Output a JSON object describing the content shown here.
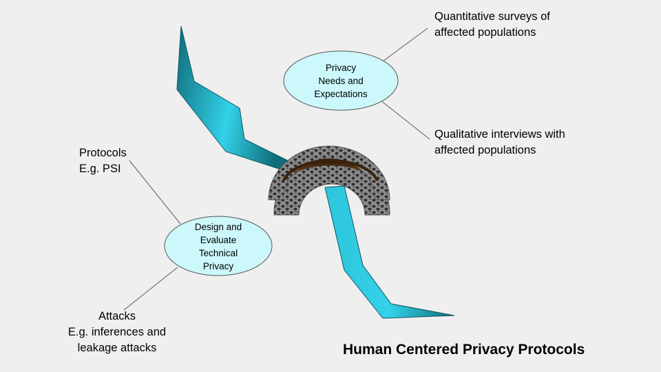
{
  "title": "Human Centered Privacy Protocols",
  "nodes": {
    "privacy_needs": {
      "lines": [
        "Privacy",
        "Needs and",
        "Expectations"
      ]
    },
    "design_evaluate": {
      "lines": [
        "Design and",
        "Evaluate",
        "Technical",
        "Privacy"
      ]
    }
  },
  "annotations": {
    "quantitative": [
      "Quantitative surveys of",
      "affected populations"
    ],
    "qualitative": [
      "Qualitative interviews with",
      "affected populations"
    ],
    "protocols": [
      "Protocols",
      "E.g. PSI"
    ],
    "attacks": [
      "Attacks",
      "E.g. inferences and",
      "leakage attacks"
    ]
  },
  "colors": {
    "background": "#efefef",
    "ellipse_fill": "#ccf7fb",
    "river_dark": "#0e6d79",
    "river_light": "#33d1e8",
    "bridge_stone": "#7d7d7d",
    "bridge_deck": "#3a220c"
  }
}
